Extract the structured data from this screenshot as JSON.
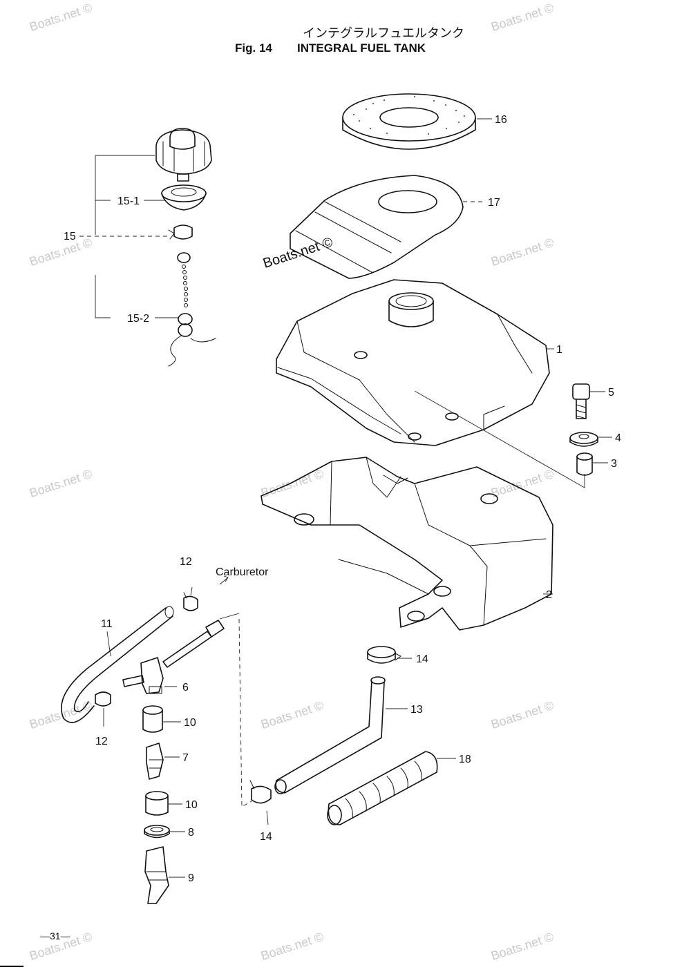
{
  "header": {
    "title_jp": "インテグラルフュエルタンク",
    "fig_label": "Fig. 14",
    "title_en": "INTEGRAL FUEL TANK"
  },
  "annotation": {
    "carburetor": "Carburetor"
  },
  "parts": {
    "p1": "1",
    "p2": "2",
    "p3": "3",
    "p4": "4",
    "p5": "5",
    "p6": "6",
    "p7": "7",
    "p8": "8",
    "p9": "9",
    "p10a": "10",
    "p10b": "10",
    "p11": "11",
    "p12a": "12",
    "p12b": "12",
    "p13": "13",
    "p14a": "14",
    "p14b": "14",
    "p15": "15",
    "p15_1": "15-1",
    "p15_2": "15-2",
    "p16": "16",
    "p17": "17",
    "p18": "18"
  },
  "watermark": "Boats.net ©",
  "page_number": "—31—"
}
